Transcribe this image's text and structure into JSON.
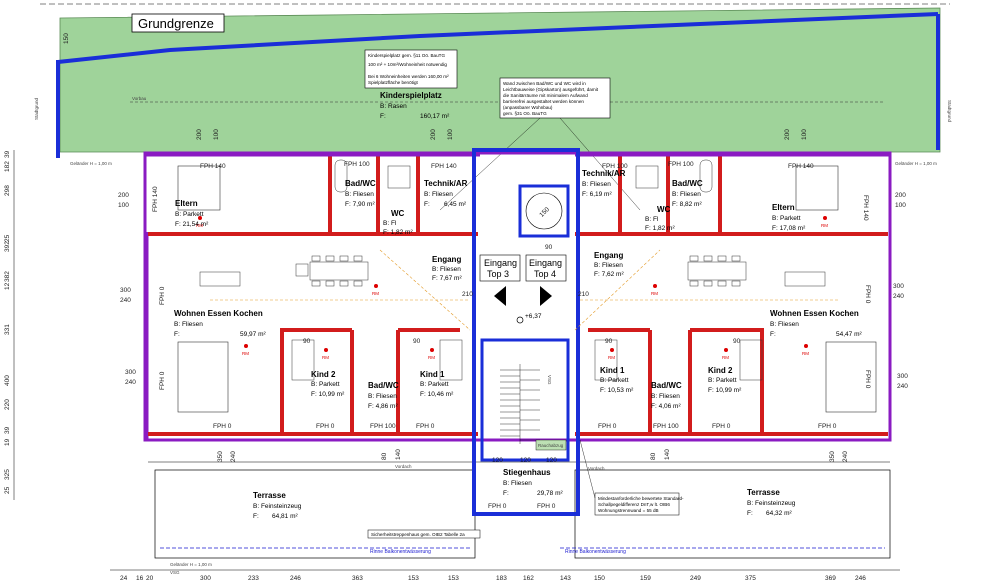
{
  "site": {
    "grundgrenze": "Grundgrenze",
    "dim_150": "150",
    "vorbau": "Vorbau",
    "gelaender_left": "Geländer H = 1,00 m",
    "gelaender_right": "Geländer H = 1,00 m",
    "gelaender_bottom_left": "Geländer H = 1,00 m",
    "vsg_bottom": "VSG",
    "vsg_right": "VSG",
    "rinne_left": "Rinne Balkonentwässerung",
    "rinne_right": "Rinne Balkonentwässerung",
    "vordach": "Vordach",
    "side_label_left": "Stadtgrund",
    "side_label_right": "Stadtgrund"
  },
  "notes": {
    "spielplatz": [
      "Kinderspielplatz gem. §11 Oö. BauTG",
      "100 m² + 10m²/Wohneinheit notwendig",
      "Bei 6 Wohneinheiten werden 160,00 m²",
      "Spielplatzfläche benötigt"
    ],
    "wand": [
      "Wand zwischen Bad/WC und WC wird in",
      "Leichtbauweise (Gipskarton) ausgeführt, damit",
      "die Sanitärräume mit minimalem Aufwand",
      "barrierefrei ausgestaltet werden können",
      "(anpassbarer Wohnbau)",
      "gem. §31 Oö. BauTG"
    ],
    "schall": [
      "Mindestanforderliche bewertete Standard-",
      "Schallpegeldifferenz DnT,w lt. OIB6",
      "Wohnungstrennwand = 55 dB"
    ],
    "sicherheit": "Sicherheitstreppenhaus gem. OIB2 Tabelle 2a",
    "rauchabzug": "Rauchabzug"
  },
  "rooms": [
    {
      "id": "kinderspielplatz",
      "name": "Kinderspielplatz",
      "b": "B: Rasen",
      "f": "F:",
      "area": "160,17 m²"
    },
    {
      "id": "eltern-l",
      "name": "Eltern",
      "b": "B: Parkett",
      "f": "F: 21,54 m²"
    },
    {
      "id": "badwc-l",
      "name": "Bad/WC",
      "b": "B: Fliesen",
      "f": "F: 7,90 m²"
    },
    {
      "id": "wc-l",
      "name": "WC",
      "b": "B: Fl",
      "f": "F: 1,82 m²"
    },
    {
      "id": "technik-l",
      "name": "Technik/AR",
      "b": "B: Fliesen",
      "f": "F:",
      "area": "6,45 m²"
    },
    {
      "id": "engang-l",
      "name": "Engang",
      "b": "B: Fliesen",
      "f": "F: 7,67 m²"
    },
    {
      "id": "wohnen-l",
      "name": "Wohnen Essen Kochen",
      "b": "B: Fliesen",
      "f": "F:",
      "area": "59,97 m²"
    },
    {
      "id": "kind2-l",
      "name": "Kind 2",
      "b": "B: Parkett",
      "f": "F: 10,99 m²"
    },
    {
      "id": "kind1-l",
      "name": "Kind 1",
      "b": "B: Parkett",
      "f": "F: 10,46 m²"
    },
    {
      "id": "badwc2-l",
      "name": "Bad/WC",
      "b": "B: Fliesen",
      "f": "F: 4,86 m²"
    },
    {
      "id": "technik-r",
      "name": "Technik/AR",
      "b": "B: Fliesen",
      "f": "F: 6,19 m²"
    },
    {
      "id": "badwc-r",
      "name": "Bad/WC",
      "b": "B: Fliesen",
      "f": "F: 8,82 m²"
    },
    {
      "id": "wc-r",
      "name": "WC",
      "b": "B: Fl",
      "f": "F: 1,82 m²"
    },
    {
      "id": "eltern-r",
      "name": "Eltern",
      "b": "B: Parkett",
      "f": "F: 17,08 m²"
    },
    {
      "id": "engang-r",
      "name": "Engang",
      "b": "B: Fliesen",
      "f": "F: 7,62 m²"
    },
    {
      "id": "wohnen-r",
      "name": "Wohnen Essen Kochen",
      "b": "B: Fliesen",
      "f": "F:",
      "area": "54,47 m²"
    },
    {
      "id": "kind1-r",
      "name": "Kind 1",
      "b": "B: Parkett",
      "f": "F: 10,53 m²"
    },
    {
      "id": "badwc2-r",
      "name": "Bad/WC",
      "b": "B: Fliesen",
      "f": "F: 4,06 m²"
    },
    {
      "id": "kind2-r",
      "name": "Kind 2",
      "b": "B: Parkett",
      "f": "F: 10,99 m²"
    },
    {
      "id": "stiegenhaus",
      "name": "Stiegenhaus",
      "b": "B: Fliesen",
      "f": "F:",
      "area": "29,78 m²"
    },
    {
      "id": "terrasse-l",
      "name": "Terrasse",
      "b": "B: Feinsteinzeug",
      "f": "F:",
      "area": "64,81 m²"
    },
    {
      "id": "terrasse-r",
      "name": "Terrasse",
      "b": "B: Feinsteinzeug",
      "f": "F:",
      "area": "64,32 m²"
    }
  ],
  "entrances": {
    "top3": [
      "Eingang",
      "Top 3"
    ],
    "top4": [
      "Eingang",
      "Top 4"
    ]
  },
  "levels": {
    "main": "+6,37",
    "elevator": "150"
  },
  "windows": {
    "fph140": "FPH 140",
    "fph100": "FPH 100",
    "fph0": "FPH 0",
    "w200": "200",
    "w100": "100",
    "w300": "300",
    "w240": "240",
    "w350": "350",
    "w120": "120",
    "w90": "90",
    "w80": "80",
    "w140": "140",
    "w210": "210"
  },
  "rm": "RM",
  "left_dims": [
    "39",
    "182",
    "298",
    "25",
    "392",
    "382",
    "12",
    "331",
    "400",
    "220",
    "39",
    "19",
    "325",
    "25"
  ],
  "bottom_dims": [
    "24",
    "16",
    "20",
    "300",
    "233",
    "246",
    "363",
    "153",
    "153",
    "183",
    "162",
    "143",
    "150",
    "159",
    "249",
    "375",
    "369",
    "246"
  ]
}
